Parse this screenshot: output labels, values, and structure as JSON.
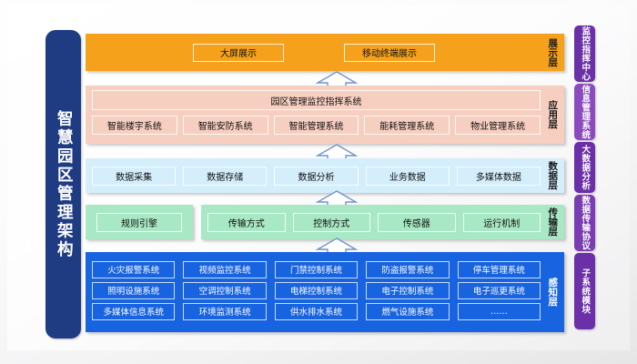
{
  "diagram": {
    "title_vertical": "智慧园区管理架构",
    "layers": [
      {
        "id": "display",
        "label": "展示层",
        "color": "#f5a11b",
        "items": [
          "大屏展示",
          "移动终端展示"
        ]
      },
      {
        "id": "application",
        "label": "应用层",
        "color": "#f7cfc0",
        "headline": "园区管理监控指挥系统",
        "items": [
          "智能楼宇系统",
          "智能安防系统",
          "智能管理系统",
          "能耗管理系统",
          "物业管理系统"
        ]
      },
      {
        "id": "data",
        "label": "数据层",
        "color": "#d4eefb",
        "items": [
          "数据采集",
          "数据存储",
          "数据分析",
          "业务数据",
          "多媒体数据"
        ]
      },
      {
        "id": "transport",
        "label": "传输层",
        "color": "#a8e8c4",
        "aside": "规则引擎",
        "items": [
          "传输方式",
          "控制方式",
          "传感器",
          "运行机制"
        ]
      },
      {
        "id": "perception",
        "label": "感知层",
        "color": "#1763e0",
        "rows": [
          [
            "火灾报警系统",
            "视频监控系统",
            "门禁控制系统",
            "防盗报警系统",
            "停车管理系统"
          ],
          [
            "照明设施系统",
            "空调控制系统",
            "电梯控制系统",
            "电子控制系统",
            "电子巡更系统"
          ],
          [
            "多媒体信息系统",
            "环境监测系统",
            "供水排水系统",
            "燃气设施系统",
            "……"
          ]
        ]
      }
    ],
    "rail": [
      {
        "label": "监控指挥中心",
        "color": "#6b2fa8"
      },
      {
        "label": "信息管理系统",
        "color": "#8b4bbf"
      },
      {
        "label": "大数据分析",
        "color": "#6b2fa8"
      },
      {
        "label": "数据传输协议",
        "color": "#7a3cb3"
      },
      {
        "label": "子系统模块",
        "color": "#6b2fa8"
      }
    ],
    "arrow": {
      "name": "up-arrow",
      "fill": "#ffffff",
      "stroke": "#6f94c9",
      "count": 4
    }
  }
}
